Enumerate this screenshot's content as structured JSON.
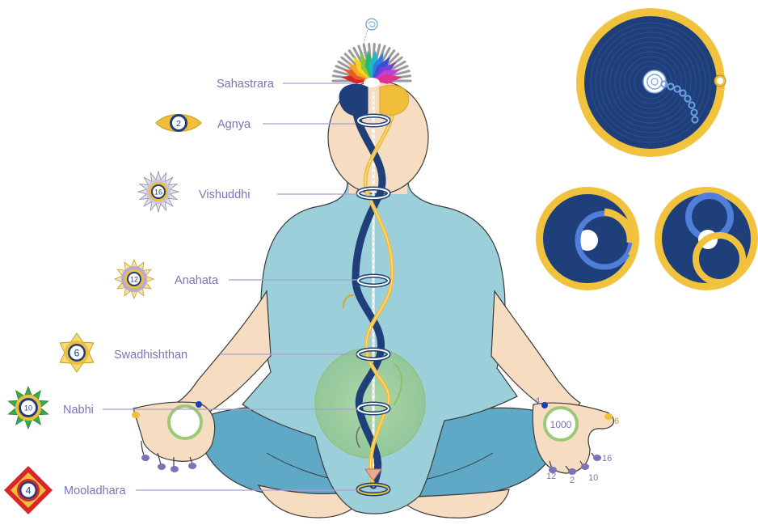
{
  "colors": {
    "label": "#7f72b6",
    "skin": "#f6dcc0",
    "shirt": "#9bcfd9",
    "pants": "#5fa9c6",
    "ida": "#1f3f7a",
    "pingala": "#f0be3a",
    "heart_circle": "#9cc878"
  },
  "chakras": [
    {
      "id": "sahastrara",
      "label": "Sahastrara",
      "petals": null
    },
    {
      "id": "agnya",
      "label": "Agnya",
      "petals": "2"
    },
    {
      "id": "vishuddhi",
      "label": "Vishuddhi",
      "petals": "16"
    },
    {
      "id": "anahata",
      "label": "Anahata",
      "petals": "12"
    },
    {
      "id": "swadhishthan",
      "label": "Swadhishthan",
      "petals": "6"
    },
    {
      "id": "nabhi",
      "label": "Nabhi",
      "petals": "10"
    },
    {
      "id": "mooladhara",
      "label": "Mooladhara",
      "petals": "4"
    }
  ],
  "right_hand": {
    "palm": "1000",
    "index_marker": "4",
    "thumb": "6",
    "fingers": [
      "12",
      "2",
      "10",
      "16"
    ]
  }
}
